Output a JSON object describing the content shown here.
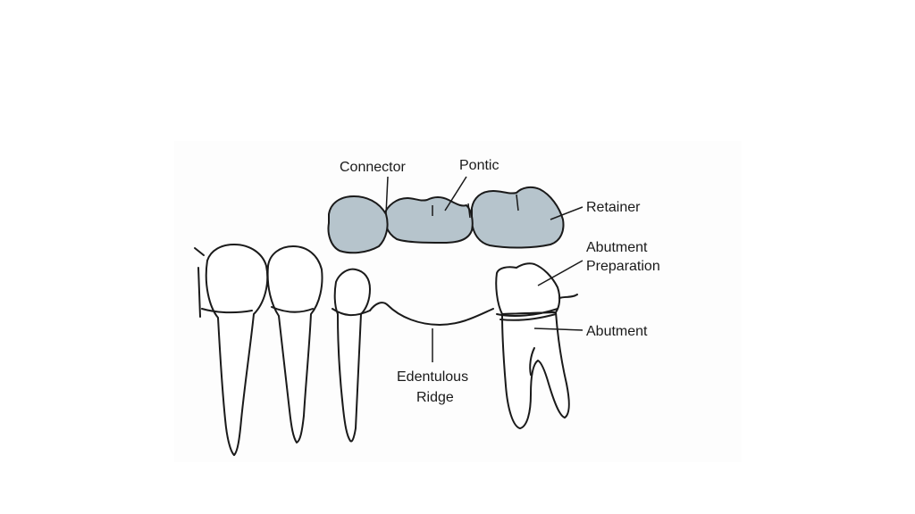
{
  "diagram": {
    "labels": {
      "connector": "Connector",
      "pontic": "Pontic",
      "retainer": "Retainer",
      "abutment_preparation_line1": "Abutment",
      "abutment_preparation_line2": "Preparation",
      "abutment": "Abutment",
      "edentulous_ridge_line1": "Edentulous",
      "edentulous_ridge_line2": "Ridge"
    },
    "colors": {
      "bridge_fill": "#b6c4cc",
      "line": "#1a1a1a"
    }
  }
}
